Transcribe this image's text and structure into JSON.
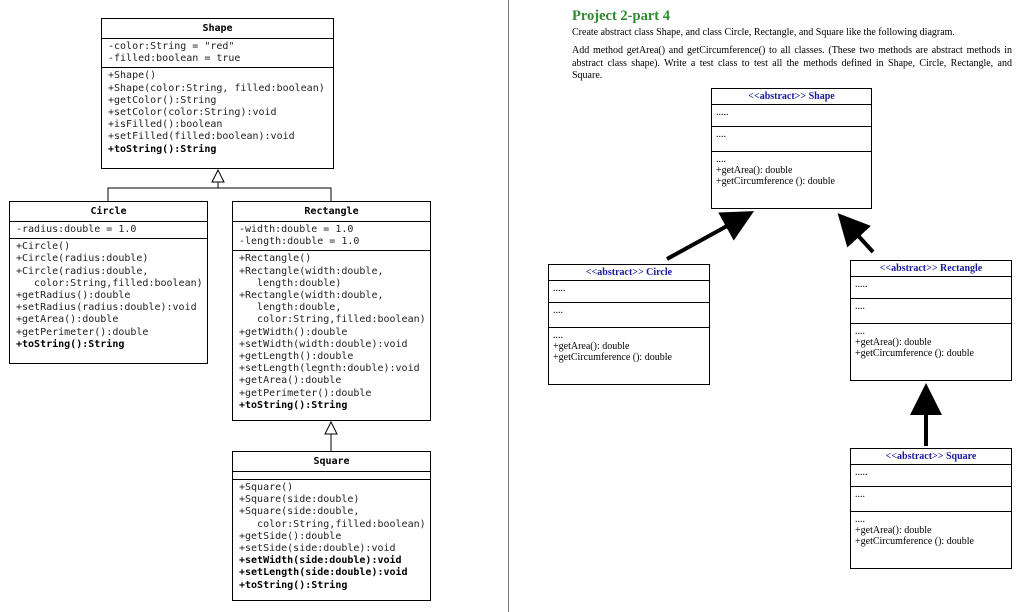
{
  "left": {
    "shape": {
      "title": "Shape",
      "attrs": [
        "-color:String = \"red\"",
        "-filled:boolean = true"
      ],
      "methods": [
        "+Shape()",
        "+Shape(color:String, filled:boolean)",
        "+getColor():String",
        "+setColor(color:String):void",
        "+isFilled():boolean",
        "+setFilled(filled:boolean):void",
        "+toString():String"
      ]
    },
    "circle": {
      "title": "Circle",
      "attrs": [
        "-radius:double = 1.0"
      ],
      "methods": [
        "+Circle()",
        "+Circle(radius:double)",
        "+Circle(radius:double,",
        "   color:String,filled:boolean)",
        "+getRadius():double",
        "+setRadius(radius:double):void",
        "+getArea():double",
        "+getPerimeter():double",
        "+toString():String"
      ]
    },
    "rectangle": {
      "title": "Rectangle",
      "attrs": [
        "-width:double = 1.0",
        "-length:double = 1.0"
      ],
      "methods": [
        "+Rectangle()",
        "+Rectangle(width:double,",
        "   length:double)",
        "+Rectangle(width:double,",
        "   length:double,",
        "   color:String,filled:boolean)",
        "+getWidth():double",
        "+setWidth(width:double):void",
        "+getLength():double",
        "+setLength(legnth:double):void",
        "+getArea():double",
        "+getPerimeter():double",
        "+toString():String"
      ]
    },
    "square": {
      "title": "Square",
      "methods": [
        "+Square()",
        "+Square(side:double)",
        "+Square(side:double,",
        "   color:String,filled:boolean)",
        "+getSide():double",
        "+setSide(side:double):void",
        "+setWidth(side:double):void",
        "+setLength(side:double):void",
        "+toString():String"
      ]
    }
  },
  "right": {
    "heading": "Project 2-part 4",
    "para1": "Create abstract class Shape, and class Circle, Rectangle, and Square like the following diagram.",
    "para2": "Add method getArea() and getCircumference() to all classes.  (These two methods are abstract methods in abstract class shape). Write a test class to test all the methods defined in Shape, Circle, Rectangle, and Square.",
    "boxes": {
      "shape": {
        "title": "<<abstract>> Shape",
        "sec1": ".....",
        "sec2": "....",
        "sec3": "....",
        "m1": "+getArea(): double",
        "m2": "+getCircumference (): double"
      },
      "circle": {
        "title": "<<abstract>> Circle",
        "sec1": ".....",
        "sec2": "....",
        "sec3": "....",
        "m1": "+getArea(): double",
        "m2": "+getCircumference (): double"
      },
      "rectangle": {
        "title": "<<abstract>> Rectangle",
        "sec1": ".....",
        "sec2": "....",
        "sec3": "....",
        "m1": "+getArea(): double",
        "m2": "+getCircumference (): double"
      },
      "square": {
        "title": "<<abstract>> Square",
        "sec1": ".....",
        "sec2": "....",
        "sec3": "....",
        "m1": "+getArea(): double",
        "m2": "+getCircumference (): double"
      }
    }
  }
}
